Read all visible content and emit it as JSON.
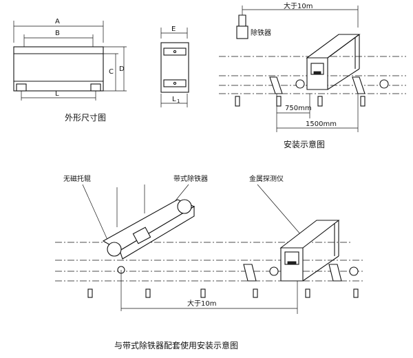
{
  "top_left": {
    "dims": {
      "A": "A",
      "B": "B",
      "C": "C",
      "D": "D",
      "L": "L",
      "E": "E",
      "L1": "L",
      "L1_sub": "1"
    },
    "caption": "外形尺寸图"
  },
  "top_right": {
    "span_label": "大于10m",
    "device_label": "除铁器",
    "dim_750": "750mm",
    "dim_1500": "1500mm",
    "caption": "安装示意图"
  },
  "bottom": {
    "label_roller": "无磁托辊",
    "label_separator": "带式除铁器",
    "label_detector": "金属探测仪",
    "span_label": "大于10m",
    "caption": "与带式除铁器配套使用安装示意图"
  }
}
